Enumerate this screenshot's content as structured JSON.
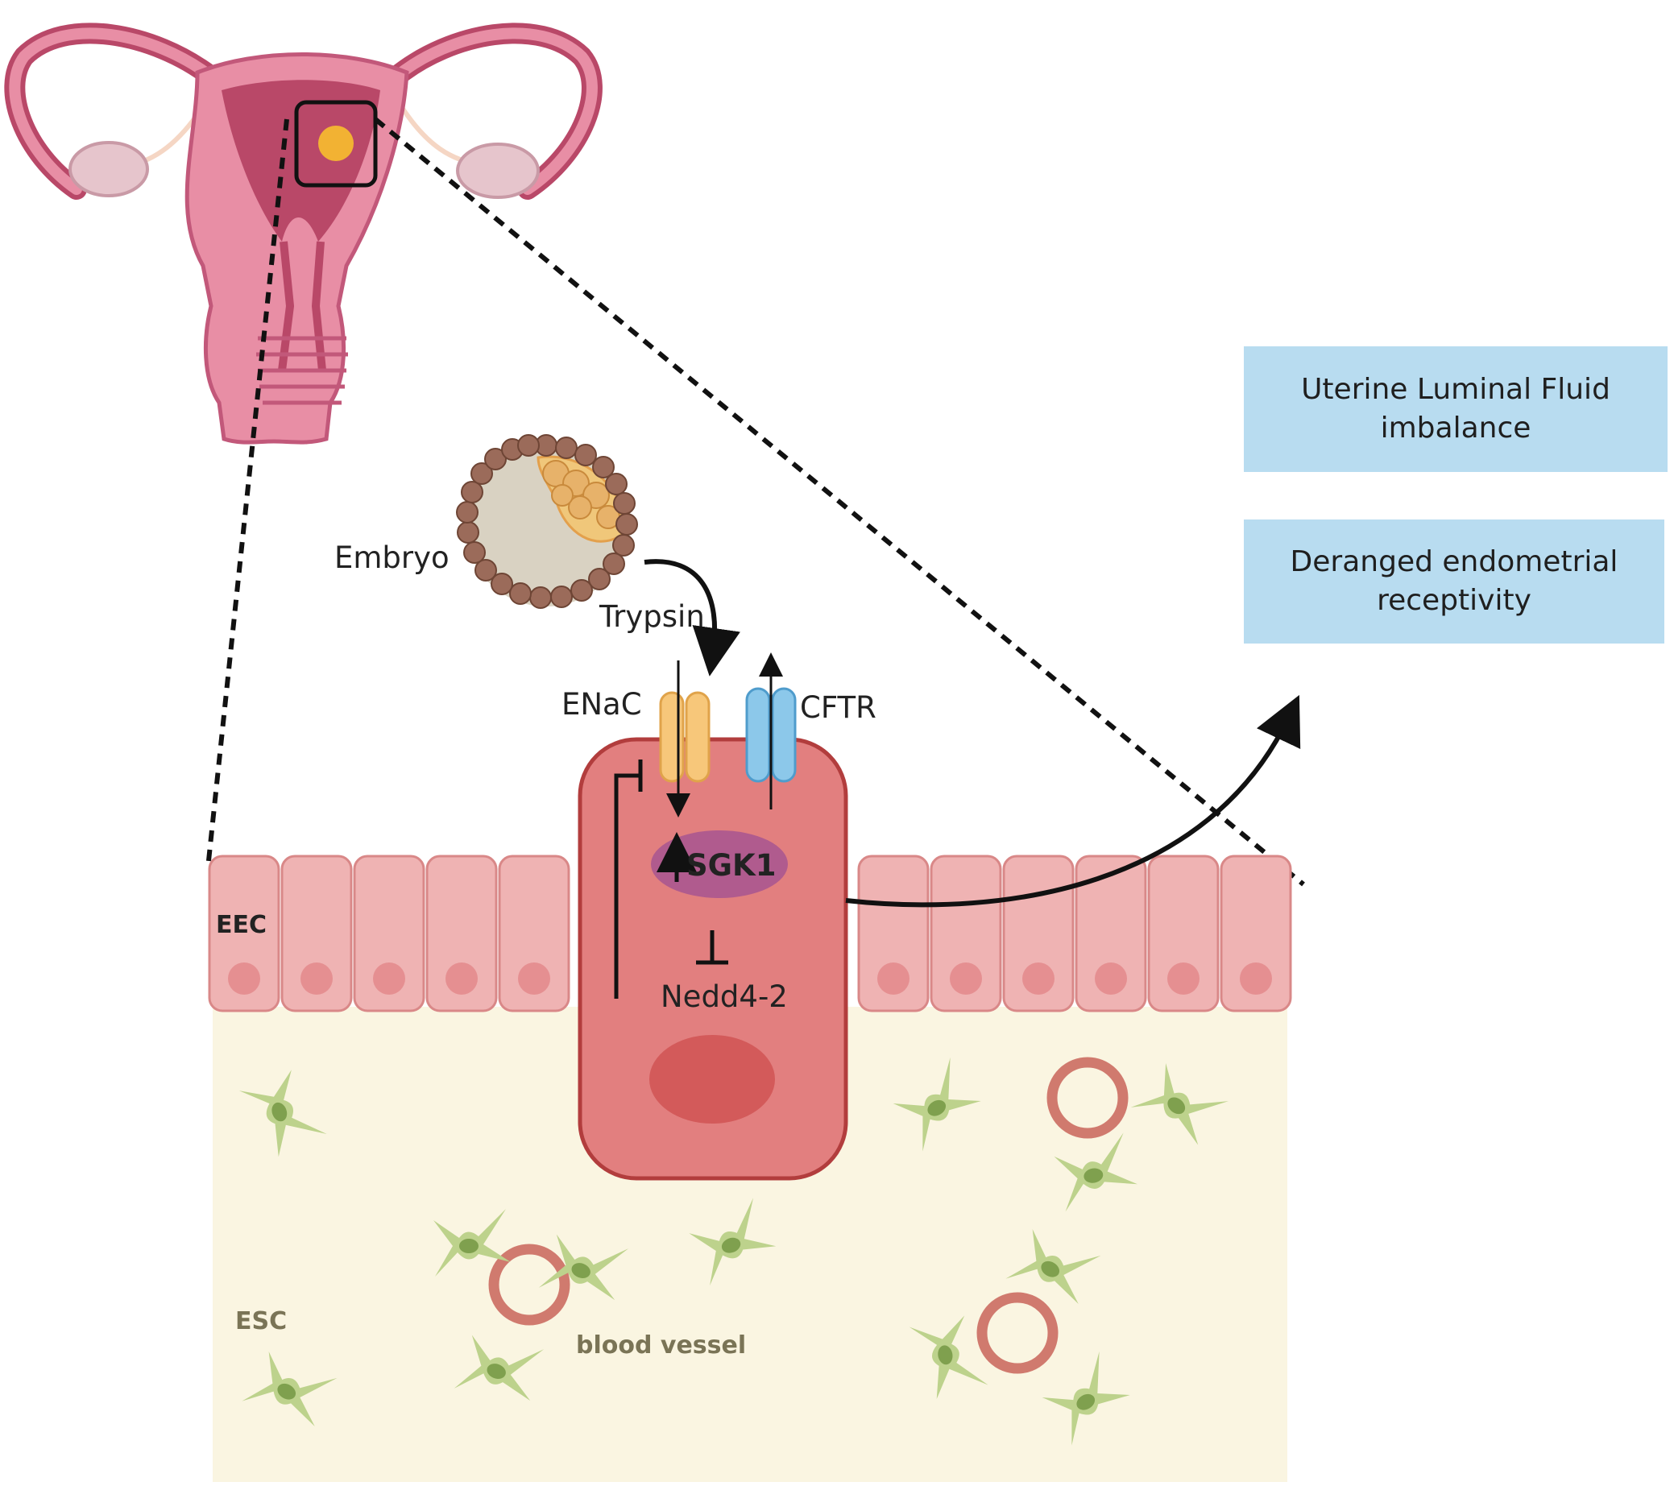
{
  "labels": {
    "embryo": "Embryo",
    "trypsin": "Trypsin",
    "enac": "ENaC",
    "cftr": "CFTR",
    "sgk1": "SGK1",
    "nedd": "Nedd4-2",
    "eec": "EEC",
    "esc": "ESC",
    "blood_vessel": "blood vessel"
  },
  "outcomes": {
    "box1_line1": "Uterine Luminal Fluid",
    "box1_line2": "imbalance",
    "box2_line1": "Deranged endometrial",
    "box2_line2": "receptivity"
  },
  "colors": {
    "uterus": "#e88ea5",
    "epithelium": "#efb3b3",
    "stroma": "#faf5e1",
    "stromal_cell": "#bdd28c",
    "highlight_cell": "#e27f7f",
    "enac_channel": "#f7c77a",
    "cftr_channel": "#8cc8ea",
    "sgk1": "#b05b8e",
    "outcome_box": "#b8dcf0"
  }
}
